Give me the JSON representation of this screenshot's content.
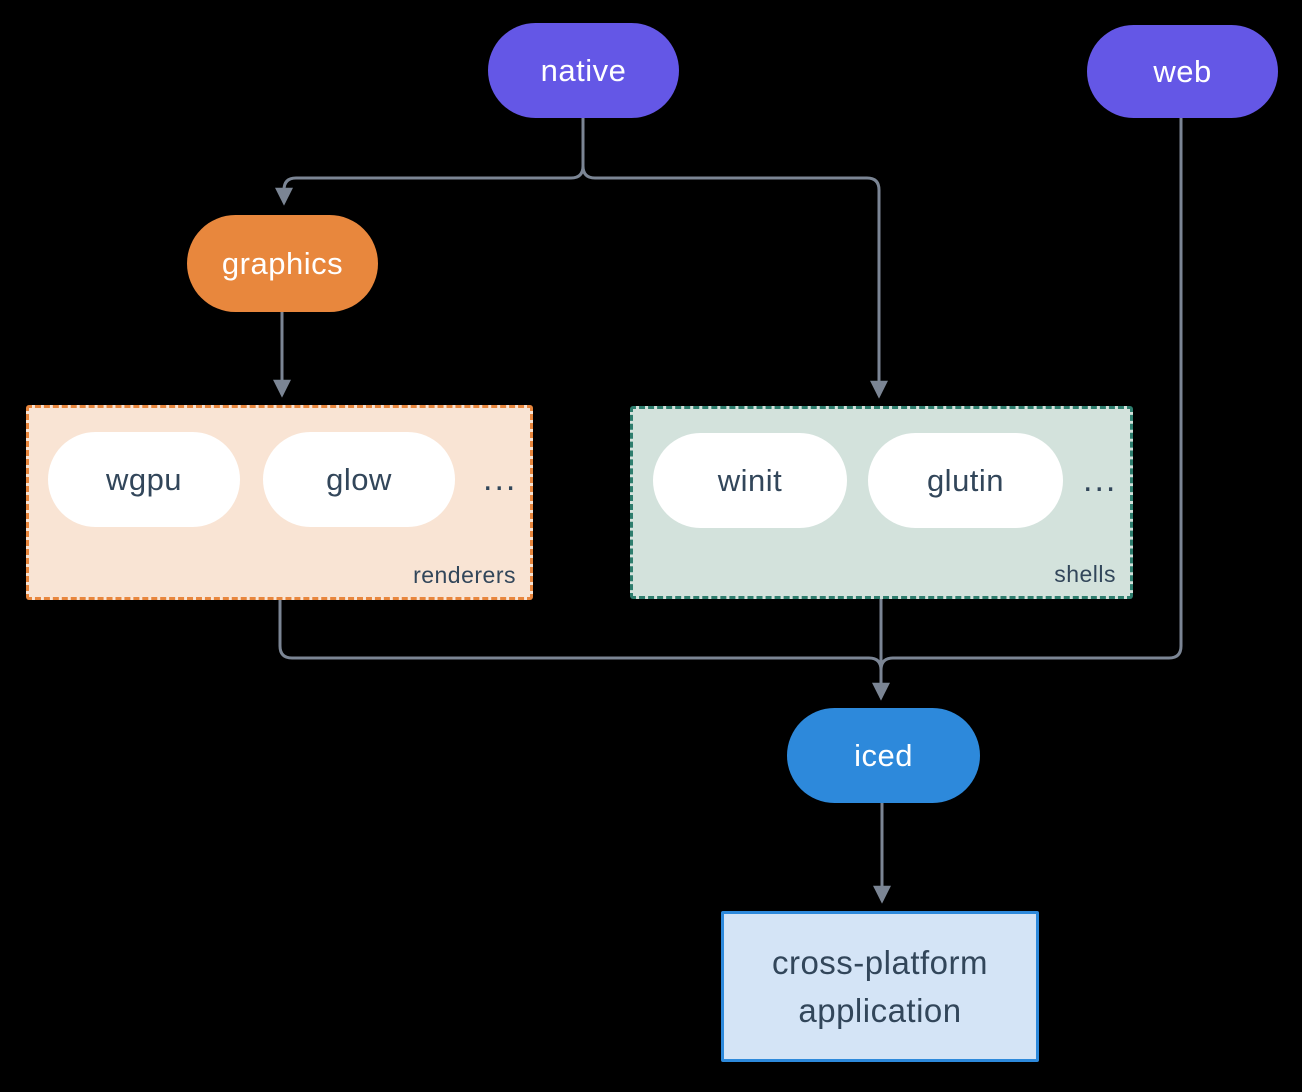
{
  "colors": {
    "background": "#000000",
    "purple": "#6457e6",
    "orange": "#e8873d",
    "blue": "#2d89db",
    "line": "#7b8594",
    "dark-text": "#32465a",
    "pill-text": "#ffffff",
    "renderers-bg": "#f9e4d4",
    "renderers-border": "#e8863d",
    "shells-bg": "#d3e2dc",
    "shells-border": "#2e7e6e",
    "app-bg": "#d4e4f6",
    "app-border": "#2d89db"
  },
  "nodes": {
    "native": {
      "label": "native"
    },
    "web": {
      "label": "web"
    },
    "graphics": {
      "label": "graphics"
    },
    "iced": {
      "label": "iced"
    },
    "application": {
      "label": "cross-platform application"
    }
  },
  "groups": {
    "renderers": {
      "label": "renderers",
      "pills": [
        "wgpu",
        "glow"
      ],
      "more": "..."
    },
    "shells": {
      "label": "shells",
      "pills": [
        "winit",
        "glutin"
      ],
      "more": "..."
    }
  }
}
